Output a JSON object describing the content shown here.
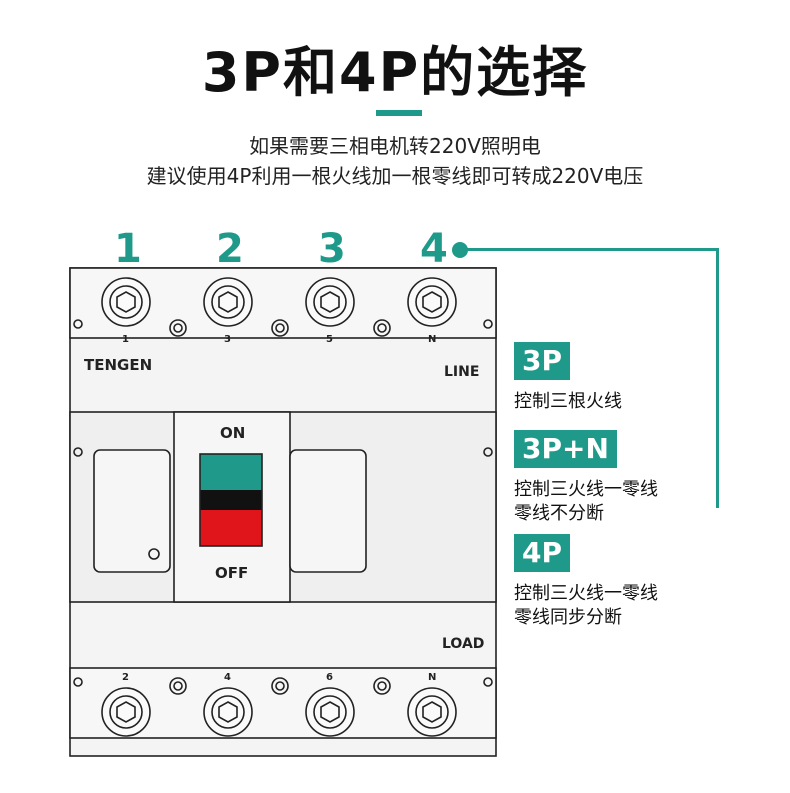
{
  "title": "3P和4P的选择",
  "subtitle": {
    "line1": "如果需要三相电机转220V照明电",
    "line2": "建议使用4P利用一根火线加一根零线即可转成220V电压"
  },
  "pole_numbers": [
    "1",
    "2",
    "3",
    "4"
  ],
  "breaker": {
    "brand": "TENGEN",
    "line_label": "LINE",
    "load_label": "LOAD",
    "on_label": "ON",
    "off_label": "OFF",
    "top_terminals": [
      "1",
      "3",
      "5",
      "N"
    ],
    "bottom_terminals": [
      "2",
      "4",
      "6",
      "N"
    ],
    "switch_colors": {
      "on": "#1f9a8a",
      "middle": "#111111",
      "off": "#e0151b"
    }
  },
  "options": [
    {
      "badge": "3P",
      "lines": [
        "控制三根火线"
      ]
    },
    {
      "badge": "3P+N",
      "lines": [
        "控制三火线一零线",
        "零线不分断"
      ]
    },
    {
      "badge": "4P",
      "lines": [
        "控制三火线一零线",
        "零线同步分断"
      ]
    }
  ],
  "colors": {
    "accent": "#1f9a8a"
  }
}
